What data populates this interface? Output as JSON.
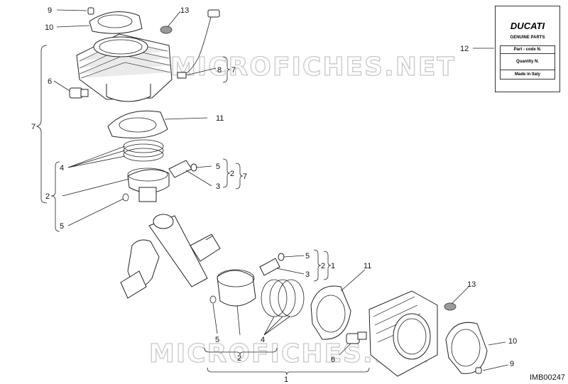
{
  "watermark": "MICROFICHES.NET",
  "diagram_code": "IMB00247",
  "label_card": {
    "brand": "DUCATI",
    "subtitle": "GENUINE PARTS",
    "rows": [
      "Part - code N.",
      "Quantity N.",
      "Made in Italy"
    ]
  },
  "callouts": {
    "c9_top": "9",
    "c10_top": "10",
    "c13_top": "13",
    "c8": "8",
    "c7_sensor": "7",
    "c6_top": "6",
    "c7_group": "7",
    "c11_top": "11",
    "c4_top": "4",
    "c2_top": "2",
    "c5_top_left": "5",
    "c5_top_right": "5",
    "c3_top": "3",
    "c2_top_right": "2",
    "c7_top_right": "7",
    "c12": "12",
    "c5_mid": "5",
    "c3_mid": "3",
    "c2_mid": "2",
    "c1_mid": "1",
    "c11_bottom": "11",
    "c13_bottom": "13",
    "c10_bottom": "10",
    "c9_bottom": "9",
    "c5_bottom": "5",
    "c4_bottom": "4",
    "c6_bottom": "6",
    "c2_bottom": "2",
    "c1_bottom": "1"
  }
}
